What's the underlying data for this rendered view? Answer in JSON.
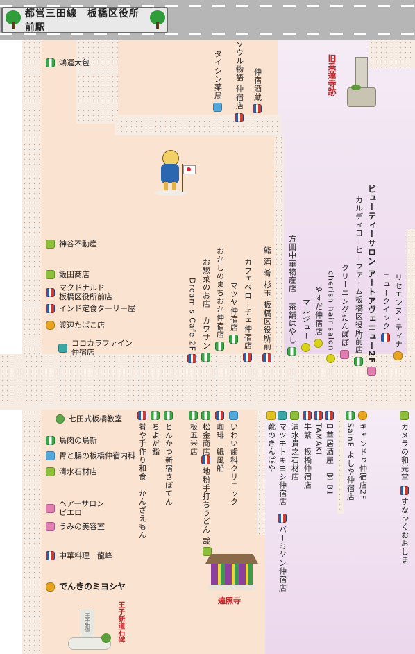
{
  "header": {
    "station": "都営三田線　板橋区役所前駅"
  },
  "landmarks": {
    "old_temple": "旧乗蓮寺跡",
    "henshoji": "遍照寺",
    "oji_stone": "王子新道石碑",
    "stone_plate": "王子新道"
  },
  "left_shops": [
    {
      "name": "鴻運大包",
      "icon": "cafe-icon"
    },
    {
      "name": "神谷不動産",
      "icon": "house-icon"
    },
    {
      "name": "飯田商店",
      "icon": "house-icon"
    },
    {
      "name": "マクドナルド\n板橋区役所前店",
      "icon": "restaurant-icon"
    },
    {
      "name": "インド定食ターリー屋",
      "icon": "restaurant-icon"
    },
    {
      "name": "渡辺たばこ店",
      "icon": "bag-icon"
    },
    {
      "name": "ココカラファイン\n仲宿店",
      "icon": "dept-icon"
    },
    {
      "name": "七田式板橋教室",
      "icon": "round-icon"
    },
    {
      "name": "鳥肉の鳥新",
      "icon": "cafe-icon"
    },
    {
      "name": "胃と腸の板橋仲宿内科",
      "icon": "clinic-icon"
    },
    {
      "name": "清水石材店",
      "icon": "house-icon"
    },
    {
      "name": "ヘアーサロン\nピエロ",
      "icon": "beauty-icon"
    },
    {
      "name": "うみの美容室",
      "icon": "beauty-icon"
    },
    {
      "name": "中華料理　龍峰",
      "icon": "restaurant-icon"
    },
    {
      "name": "でんきのミヨシヤ",
      "icon": "bag-icon"
    }
  ],
  "top_vertical_shops": [
    {
      "name": "ダイシン薬局",
      "icon": "clinic-icon"
    },
    {
      "name": "ソウル物語 仲宿店",
      "icon": "restaurant-icon"
    },
    {
      "name": "仲宿酒蔵",
      "icon": "restaurant-icon"
    }
  ],
  "upper_vertical_shops": [
    {
      "name": "Dream's Cafe 2F",
      "icon": "restaurant-icon"
    },
    {
      "name": "お惣菜のお店　カワサン",
      "icon": "cafe-icon"
    },
    {
      "name": "おかしのまちおか仲宿店",
      "icon": "cafe-icon"
    },
    {
      "name": "マツヤ仲宿店",
      "icon": "cafe-icon"
    },
    {
      "name": "カフェベローチェ仲宿店",
      "icon": "restaurant-icon"
    },
    {
      "name": "鮨 酒 肴 杉玉 板橋区役所前",
      "icon": "restaurant-icon"
    },
    {
      "name": "茶舗はやし",
      "icon": "cafe-icon"
    },
    {
      "name": "方圓中華物産店",
      "icon": "restaurant-icon"
    },
    {
      "name": "マルジュー",
      "icon": "flower-icon"
    },
    {
      "name": "やすだ仲宿店",
      "icon": "flower-icon"
    },
    {
      "name": "cherish hair salon",
      "icon": "flower-icon"
    },
    {
      "name": "クリーニングたんぽぽ",
      "icon": "beauty-icon"
    },
    {
      "name": "カルディコーヒーファーム板橋区役所前店",
      "icon": "cafe-icon"
    },
    {
      "name": "ビューティーサロン アートアヴェニュー2F",
      "icon": "beauty-icon"
    },
    {
      "name": "ニュークイック",
      "icon": "restaurant-icon"
    },
    {
      "name": "リセエンヌ・ティナ",
      "icon": "bag-icon"
    }
  ],
  "lower_vertical_shops": [
    {
      "name": "肴や手作り和食　かんざえもん",
      "icon": "restaurant-icon"
    },
    {
      "name": "ちよだ鮨",
      "icon": "cafe-icon"
    },
    {
      "name": "とんかつ新宿さぼてん",
      "icon": "cafe-icon"
    },
    {
      "name": "板五米店",
      "icon": "cafe-icon"
    },
    {
      "name": "松金商店",
      "icon": "cafe-icon"
    },
    {
      "name": "地粉手打ちうどん 哉",
      "icon": "restaurant-icon"
    },
    {
      "name": "珈琲　紙風船",
      "icon": "restaurant-icon"
    },
    {
      "name": "いわい歯科クリニック",
      "icon": "clinic-icon"
    },
    {
      "name": "靴のきんぱや",
      "icon": "shop-icon"
    },
    {
      "name": "マツモトキヨシ仲宿店",
      "icon": "dept-icon"
    },
    {
      "name": "バーミヤン仲宿店",
      "icon": "restaurant-icon"
    },
    {
      "name": "清水貴之石材店",
      "icon": "house-icon"
    },
    {
      "name": "牛繁　板橋仲宿店",
      "icon": "restaurant-icon"
    },
    {
      "name": "TAMAKI",
      "icon": "restaurant-icon"
    },
    {
      "name": "中華居酒屋　宮 B1",
      "icon": "restaurant-icon"
    },
    {
      "name": "SainE よしや仲宿店",
      "icon": "cafe-icon"
    },
    {
      "name": "キャンドゥ仲宿店2F",
      "icon": "bag-icon"
    },
    {
      "name": "カメラの和光堂",
      "icon": "house-icon"
    },
    {
      "name": "すなっくおおしま",
      "icon": "restaurant-icon"
    }
  ]
}
